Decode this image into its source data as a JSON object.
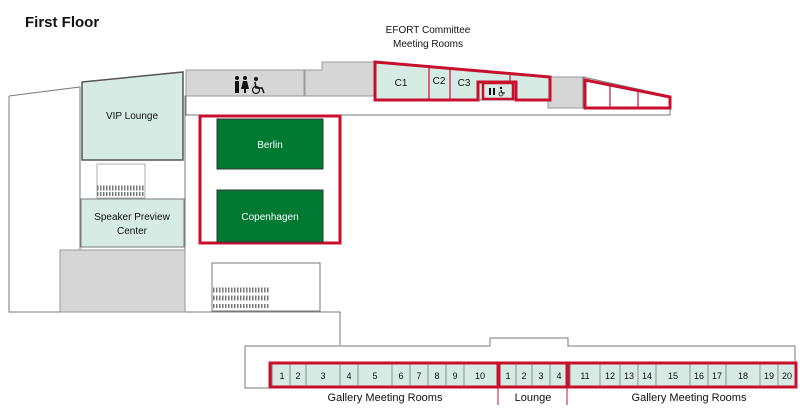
{
  "title": "First Floor",
  "committee_label": [
    "EFORT Committee",
    "Meeting Rooms"
  ],
  "rooms": {
    "vip_lounge": "VIP Lounge",
    "speaker_preview": [
      "Speaker Preview",
      "Center"
    ],
    "berlin": "Berlin",
    "copenhagen": "Copenhagen",
    "c1": "C1",
    "c2": "C2",
    "c3": "C3"
  },
  "gallery_rooms_left": [
    "1",
    "2",
    "3",
    "4",
    "5",
    "6",
    "7",
    "8",
    "9",
    "10"
  ],
  "lounge_rooms": [
    "1",
    "2",
    "3",
    "4"
  ],
  "gallery_rooms_right": [
    "11",
    "12",
    "13",
    "14",
    "15",
    "16",
    "17",
    "18",
    "19",
    "20"
  ],
  "bottom_labels": {
    "gallery_left": "Gallery Meeting Rooms",
    "lounge": "Lounge",
    "gallery_right": "Gallery Meeting Rooms"
  },
  "icons": [
    "restroom-icon",
    "wheelchair-icon"
  ],
  "colors": {
    "highlight": "#c8102e",
    "green_room": "#007a33",
    "pale_room": "#d5ebe4",
    "service_area": "#d6d6d6"
  }
}
